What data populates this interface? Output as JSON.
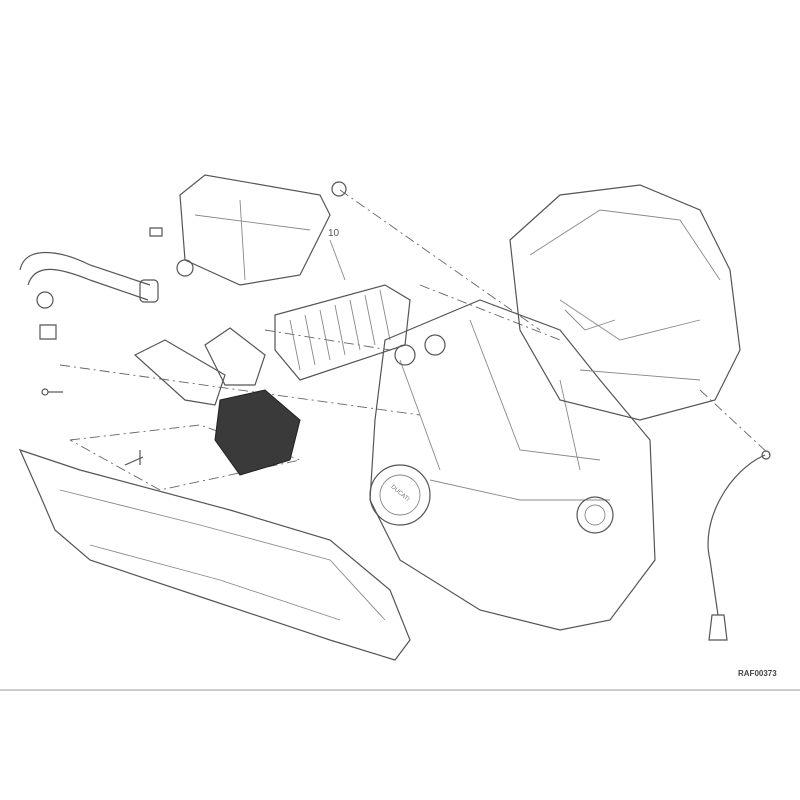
{
  "diagram": {
    "callouts": [
      {
        "label": "10"
      }
    ],
    "drawing_code": "RAF00373",
    "engine_logo_text": "DUCATI"
  }
}
